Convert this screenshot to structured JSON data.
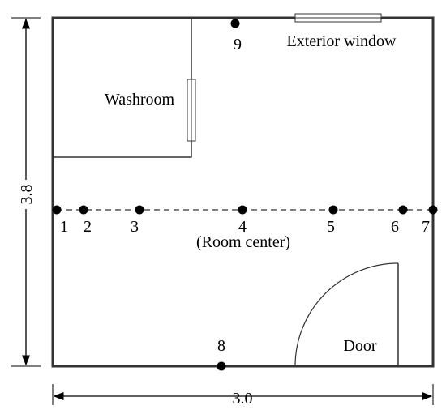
{
  "diagram": {
    "labels": {
      "washroom": "Washroom",
      "exterior_window": "Exterior window",
      "room_center": "(Room center)",
      "door": "Door",
      "height_dim": "3.8",
      "width_dim": "3.0"
    },
    "points": [
      "1",
      "2",
      "3",
      "4",
      "5",
      "6",
      "7",
      "8",
      "9"
    ]
  }
}
